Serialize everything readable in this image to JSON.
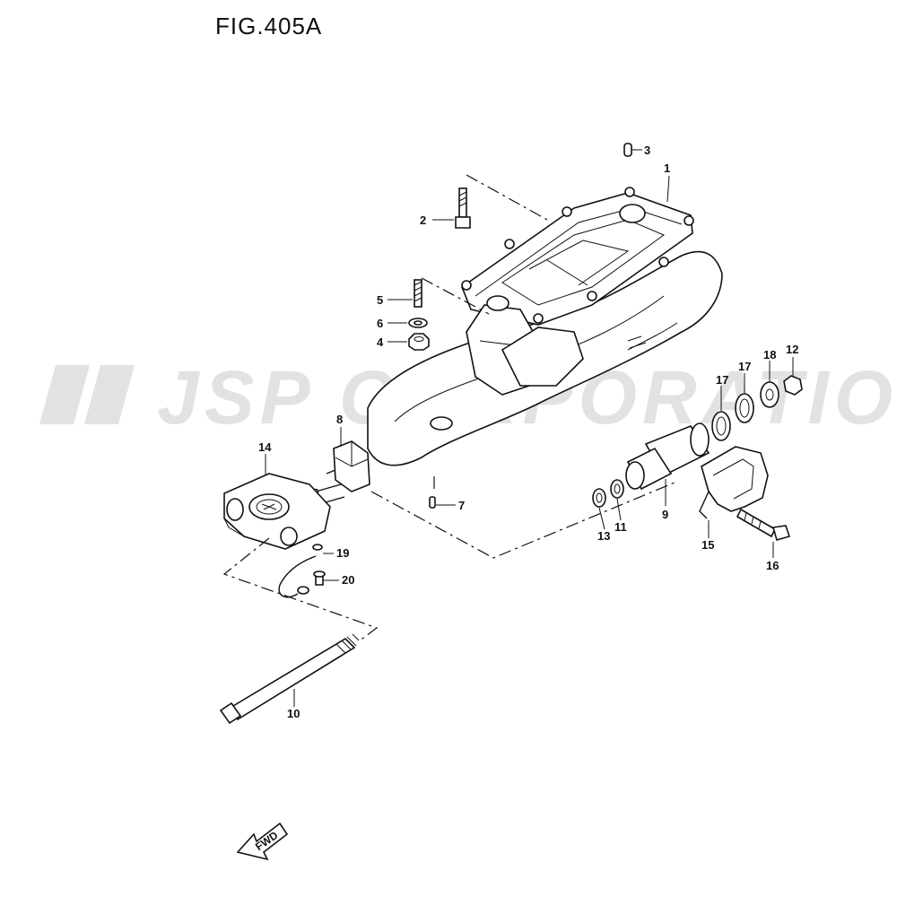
{
  "figure": {
    "title": "FIG.405A"
  },
  "watermark": {
    "text": "JSP CORPORATION"
  },
  "callouts": {
    "c1": "1",
    "c2": "2",
    "c3": "3",
    "c4": "4",
    "c5": "5",
    "c6": "6",
    "c7": "7",
    "c8": "8",
    "c9": "9",
    "c10": "10",
    "c11": "11",
    "c12": "12",
    "c13": "13",
    "c14": "14",
    "c15": "15",
    "c16": "16",
    "c17a": "17",
    "c17b": "17",
    "c18": "18",
    "c19": "19",
    "c20": "20"
  },
  "fwd_arrow": {
    "label": "FWD"
  }
}
